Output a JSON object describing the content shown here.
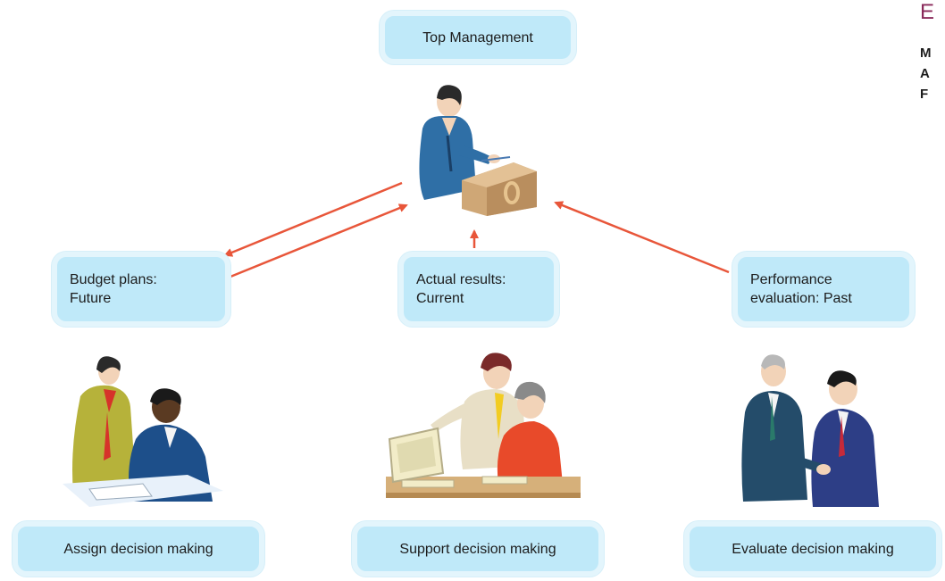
{
  "top_box": "Top Management",
  "middle_boxes": {
    "budget": "Budget plans:\nFuture",
    "actual": "Actual results:\nCurrent",
    "performance": "Performance\nevaluation: Past"
  },
  "bottom_boxes": {
    "assign": "Assign decision making",
    "support": "Support decision making",
    "evaluate": "Evaluate decision making"
  },
  "side_title": "E",
  "side_text": "M\nA\nF",
  "colors": {
    "box_fill": "#bfe9f9",
    "box_border": "#e3f5fc",
    "arrow": "#e8563a",
    "title_accent": "#8a2a5a"
  }
}
